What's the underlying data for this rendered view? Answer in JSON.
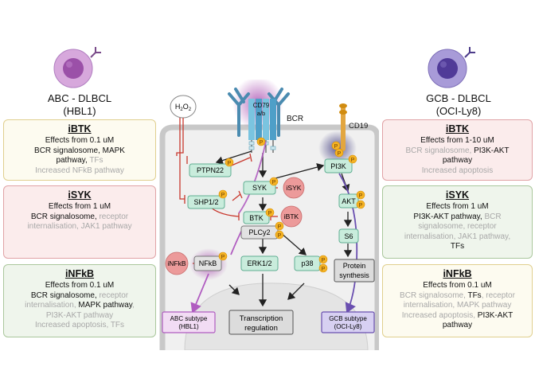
{
  "left": {
    "title_line1": "ABC - DLBCL",
    "title_line2": "(HBL1)",
    "cards": [
      {
        "heading": "iBTK",
        "lines": [
          [
            {
              "t": "Effects from 0.1 uM",
              "g": false
            }
          ],
          [
            {
              "t": "BCR signalosome, MAPK",
              "g": false
            }
          ],
          [
            {
              "t": "pathway, ",
              "g": false
            },
            {
              "t": "TFs",
              "g": true
            }
          ],
          [
            {
              "t": "Increased NFkB pathway",
              "g": true
            }
          ]
        ]
      },
      {
        "heading": "iSYK",
        "lines": [
          [
            {
              "t": "Effects from 1 uM",
              "g": false
            }
          ],
          [
            {
              "t": "BCR signalosome, ",
              "g": false
            },
            {
              "t": "receptor",
              "g": true
            }
          ],
          [
            {
              "t": "internalisation, JAK1 pathway",
              "g": true
            }
          ]
        ]
      },
      {
        "heading": "iNFkB",
        "lines": [
          [
            {
              "t": "Effects from 0.1 uM",
              "g": false
            }
          ],
          [
            {
              "t": "BCR signalosome, ",
              "g": false
            },
            {
              "t": "receptor",
              "g": true
            }
          ],
          [
            {
              "t": "internalisation, ",
              "g": true
            },
            {
              "t": "MAPK pathway",
              "g": false
            },
            {
              "t": ",",
              "g": true
            }
          ],
          [
            {
              "t": "PI3K-AKT pathway",
              "g": true
            }
          ],
          [
            {
              "t": "Increased apoptosis, TFs",
              "g": true
            }
          ]
        ]
      }
    ]
  },
  "right": {
    "title_line1": "GCB - DLBCL",
    "title_line2": "(OCI-Ly8)",
    "cards": [
      {
        "heading": "iBTK",
        "lines": [
          [
            {
              "t": "Effects from 1-10 uM",
              "g": false
            }
          ],
          [
            {
              "t": "BCR signalosome, ",
              "g": true
            },
            {
              "t": "PI3K-AKT",
              "g": false
            }
          ],
          [
            {
              "t": "pathway",
              "g": false
            }
          ],
          [
            {
              "t": "Increased apoptosis",
              "g": true
            }
          ]
        ]
      },
      {
        "heading": "iSYK",
        "lines": [
          [
            {
              "t": "Effects from 1 uM",
              "g": false
            }
          ],
          [
            {
              "t": "PI3K-AKT pathway, ",
              "g": false
            },
            {
              "t": "BCR",
              "g": true
            }
          ],
          [
            {
              "t": "signalosome, receptor",
              "g": true
            }
          ],
          [
            {
              "t": "internalisation, JAK1 pathway,",
              "g": true
            }
          ],
          [
            {
              "t": "TFs",
              "g": false
            }
          ]
        ]
      },
      {
        "heading": "iNFkB",
        "lines": [
          [
            {
              "t": "Effects from 0.1 uM",
              "g": false
            }
          ],
          [
            {
              "t": "BCR signalosome, ",
              "g": true
            },
            {
              "t": "TFs",
              "g": false
            },
            {
              "t": ", receptor",
              "g": true
            }
          ],
          [
            {
              "t": "internalisation, MAPK pathway",
              "g": true
            }
          ],
          [
            {
              "t": "Increased apoptosis, ",
              "g": true
            },
            {
              "t": "PI3K-AKT",
              "g": false
            }
          ],
          [
            {
              "t": "pathway",
              "g": false
            }
          ]
        ]
      }
    ]
  },
  "diagram": {
    "h2o2": {
      "base": "H",
      "sub": "2",
      "base2": "O",
      "sub2": "2"
    },
    "receptor_bcr": "BCR",
    "receptor_cd79": "CD79",
    "receptor_cd79_sub": "a/b",
    "receptor_cd19": "CD19",
    "nodes": {
      "ptpn22": "PTPN22",
      "shp12": "SHP1/2",
      "syk": "SYK",
      "isyk": "iSYK",
      "btk": "BTK",
      "ibtk": "iBTK",
      "plcy2": "PLCy2",
      "erk12": "ERK1/2",
      "p38": "p38",
      "nfkb": "NFkB",
      "infkb": "iNFkB",
      "pi3k": "PI3K",
      "akt": "AKT",
      "s6": "S6",
      "protein_synthesis_1": "Protein",
      "protein_synthesis_2": "synthesis",
      "transcription_1": "Transcription",
      "transcription_2": "regulation",
      "abc_subtype_1": "ABC subtype",
      "abc_subtype_2": "(HBL1)",
      "gcb_subtype_1": "GCB subtype",
      "gcb_subtype_2": "(OCI-Ly8)",
      "phospho": "P"
    },
    "colors": {
      "node_green": "#c9ecdc",
      "node_green_border": "#5fae92",
      "phospho": "#f5b324",
      "inhibitor": "#ec9a9a",
      "inhibit_line": "#c8372d",
      "abc_purple": "#b05cc0",
      "gcb_purple": "#6a4fb0"
    }
  }
}
